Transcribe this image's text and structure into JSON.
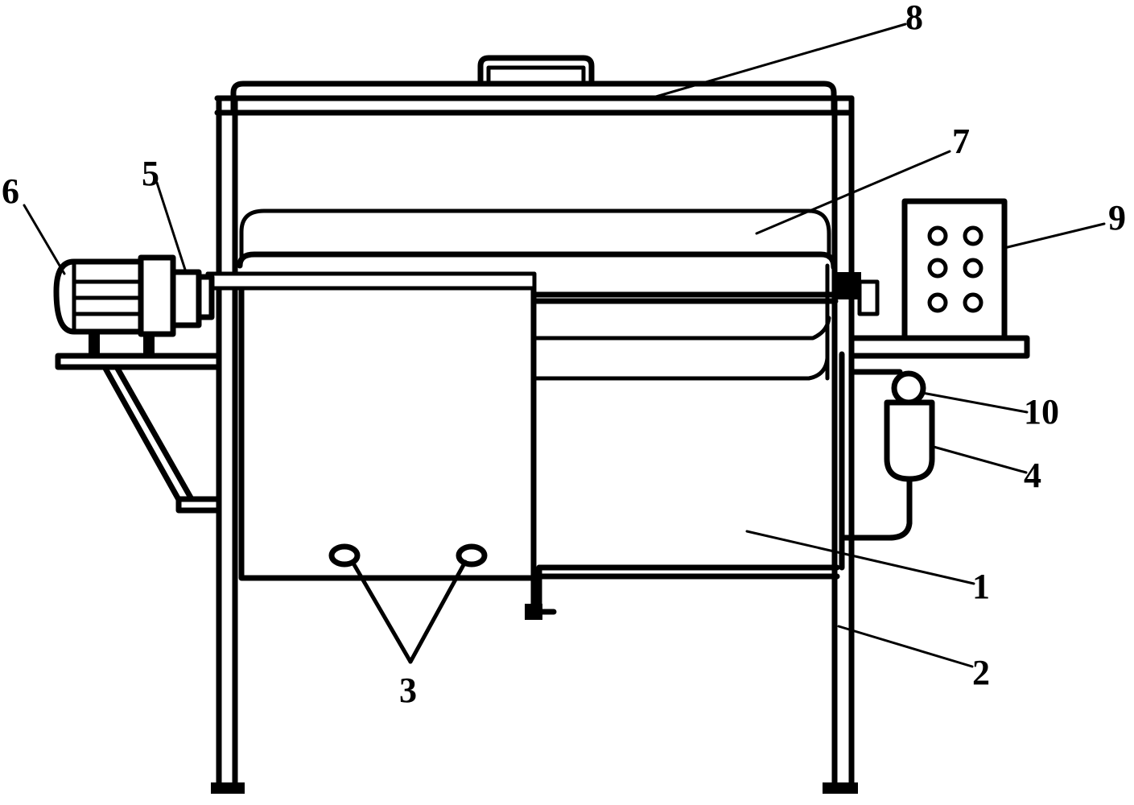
{
  "diagram": {
    "labels": [
      {
        "id": "1",
        "text": "1",
        "part": "tank"
      },
      {
        "id": "2",
        "text": "2",
        "part": "support-leg"
      },
      {
        "id": "3",
        "text": "3",
        "part": "feet-screws"
      },
      {
        "id": "4",
        "text": "4",
        "part": "reservoir"
      },
      {
        "id": "5",
        "text": "5",
        "part": "reducer"
      },
      {
        "id": "6",
        "text": "6",
        "part": "motor"
      },
      {
        "id": "7",
        "text": "7",
        "part": "drum"
      },
      {
        "id": "8",
        "text": "8",
        "part": "lid"
      },
      {
        "id": "9",
        "text": "9",
        "part": "control-panel"
      },
      {
        "id": "10",
        "text": "10",
        "part": "pump"
      }
    ],
    "control_panel_buttons": 6
  }
}
